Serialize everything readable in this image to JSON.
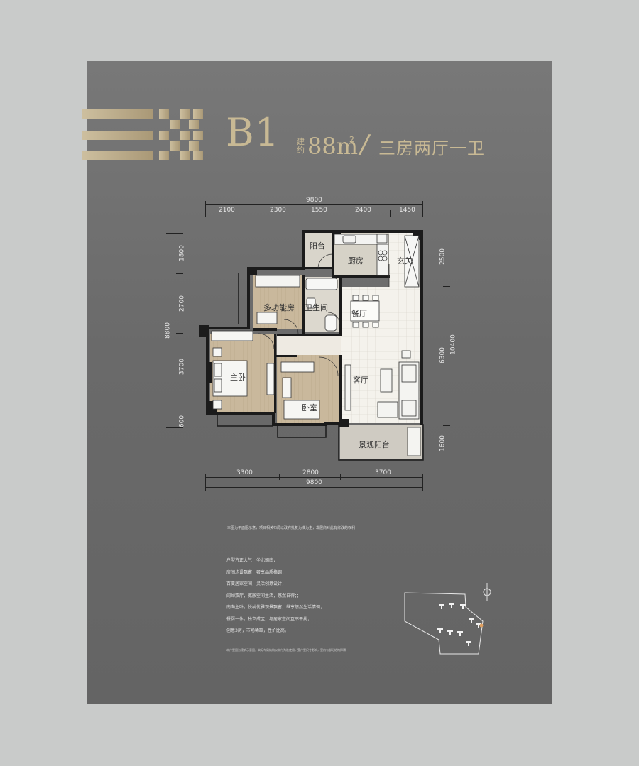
{
  "header": {
    "unit_code": "B1",
    "area_prefix": "建约",
    "area_value": "88m",
    "area_sup": "2",
    "slash": "/",
    "layout_text": "三房两厅一卫"
  },
  "dimensions": {
    "top_total": "9800",
    "top_segments": [
      "2100",
      "2300",
      "1550",
      "2400",
      "1450"
    ],
    "bottom_total": "9800",
    "bottom_segments": [
      "3300",
      "2800",
      "3700"
    ],
    "left_total": "8800",
    "left_segments": [
      "1800",
      "2700",
      "3700",
      "600"
    ],
    "right_total": "10400",
    "right_segments": [
      "2500",
      "6300",
      "1600"
    ]
  },
  "rooms": {
    "balcony": "阳台",
    "kitchen": "厨房",
    "entrance": "玄关",
    "multi": "多功能房",
    "bath": "卫生间",
    "dining": "餐厅",
    "master": "主卧",
    "living": "客厅",
    "bedroom": "卧室",
    "view_balcony": "景观阳台"
  },
  "notes": {
    "disclaimer": "本图为平面图示意，项目相关布局以政府批复为准为主，发展商对此有修改的权利",
    "features": [
      "户型方正大气，坐北朝南；",
      "房间均设飘窗，奢享品质格调；",
      "百变居家空间，灵活创意设计；",
      "阔绰双厅，宽敞空间生活，悠然自得；；",
      "南向主卧，悦纳优雅观景飘窗，纵享悠然生活情调；",
      "餐厨一体，独立成区，与居家空间互不干扰；",
      "创意3房，市场稀缺，性价比高。"
    ],
    "footnote": "本户型图为建筑示意图，实际布局结构以交付为准使用，受户型尺寸影响，室内有部分结构障碍"
  },
  "colors": {
    "accent_gold": "#c8b994",
    "poster_gray": "#6e6e6e",
    "background": "#c9cbca",
    "floor_wood": "#c9b89c",
    "floor_tile": "#f4f2ec"
  }
}
